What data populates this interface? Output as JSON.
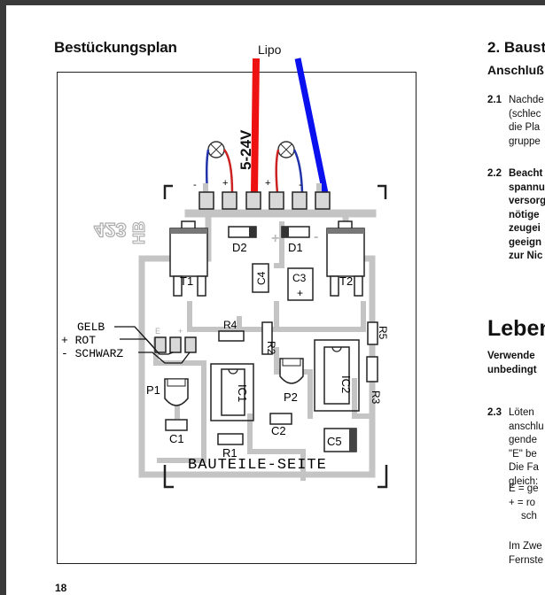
{
  "page": {
    "left_heading": "Bestückungsplan",
    "page_number": "18"
  },
  "diagram": {
    "lipo_label": "Lipo",
    "voltage_label": "5-24V",
    "board_id": "423",
    "board_hb": "HB",
    "bottom_label": "BAUTEILE-SEITE",
    "pad_signs": [
      "-",
      "+",
      "+",
      "-"
    ],
    "board_plus": "+",
    "board_minus": "-",
    "components": {
      "d2": "D2",
      "d1": "D1",
      "t1": "T1",
      "t2": "T2",
      "c4": "C4",
      "c3": "C3",
      "c3_plus": "+",
      "r4": "R4",
      "r2": "R2",
      "r5": "R5",
      "p1": "P1",
      "p2": "P2",
      "ic1": "IC1",
      "ic2": "IC2",
      "r3": "R3",
      "c1": "C1",
      "c2": "C2",
      "r1": "R1",
      "c5": "C5"
    },
    "pad_letters": [
      "E",
      "+"
    ],
    "wire_labels": [
      "GELB",
      "+ ROT",
      "- SCHWARZ"
    ],
    "colors": {
      "lipo_red": "#ee1111",
      "lipo_blue": "#0b11ee",
      "lamp_red": "#cc2222",
      "lamp_blue": "#2233aa",
      "board_gray": "#c4c4c4"
    }
  },
  "right_column": {
    "heading": "2. Baust",
    "subheading": "Anschluß",
    "items": [
      {
        "num": "2.1",
        "lines": [
          "Nachde",
          "(schlec",
          "die Pla",
          "gruppe"
        ],
        "bold": false
      },
      {
        "num": "2.2",
        "lines": [
          "Beacht",
          "spannu",
          "versorg",
          "nötige",
          "zeugei",
          "geeign",
          "zur Nic"
        ],
        "bold": true
      }
    ],
    "section_heading": "Leben",
    "section_lines": [
      "Verwende",
      "unbedingt"
    ],
    "item3": {
      "num": "2.3",
      "lines": [
        "Löten",
        "anschlu",
        "gende",
        "\"E\" be",
        "Die Fa",
        "gleich:"
      ]
    },
    "legend": [
      "E = ge",
      "+ = ro",
      "sch"
    ],
    "tail": [
      "Im Zwe",
      "Fernste"
    ]
  }
}
